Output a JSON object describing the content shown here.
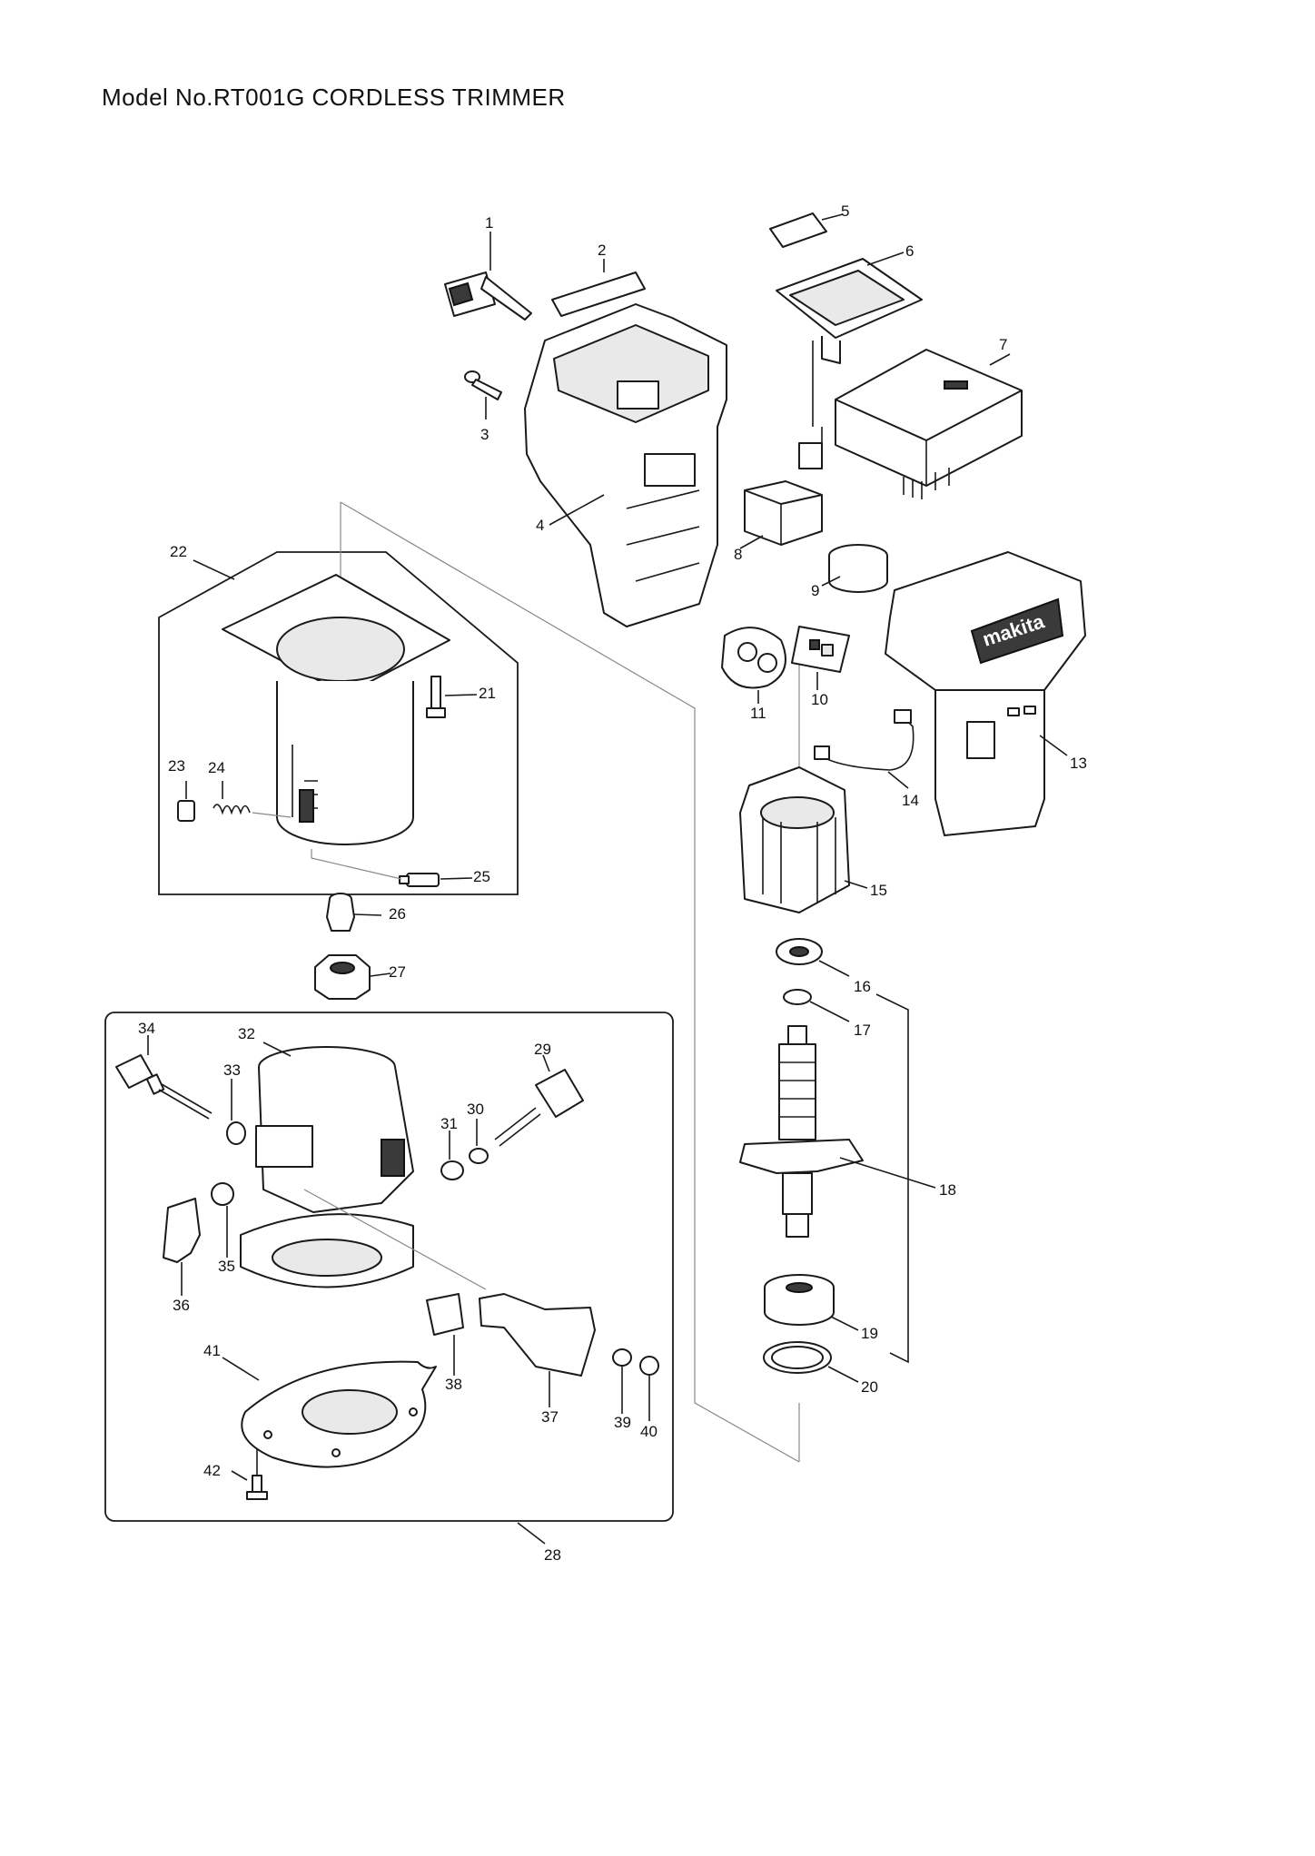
{
  "title": "Model No.RT001G CORDLESS TRIMMER",
  "labels": {
    "p1": "1",
    "p2": "2",
    "p3": "3",
    "p4": "4",
    "p5": "5",
    "p6": "6",
    "p7": "7",
    "p8": "8",
    "p9": "9",
    "p10": "10",
    "p11": "11",
    "p13": "13",
    "p14": "14",
    "p15": "15",
    "p16": "16",
    "p17": "17",
    "p18": "18",
    "p19": "19",
    "p20": "20",
    "p21": "21",
    "p22": "22",
    "p23": "23",
    "p24": "24",
    "p25": "25",
    "p26": "26",
    "p27": "27",
    "p28": "28",
    "p29": "29",
    "p30": "30",
    "p31": "31",
    "p32": "32",
    "p33": "33",
    "p34": "34",
    "p35": "35",
    "p36": "36",
    "p37": "37",
    "p38": "38",
    "p39": "39",
    "p40": "40",
    "p41": "41",
    "p42": "42"
  },
  "housing_brand": "makita"
}
